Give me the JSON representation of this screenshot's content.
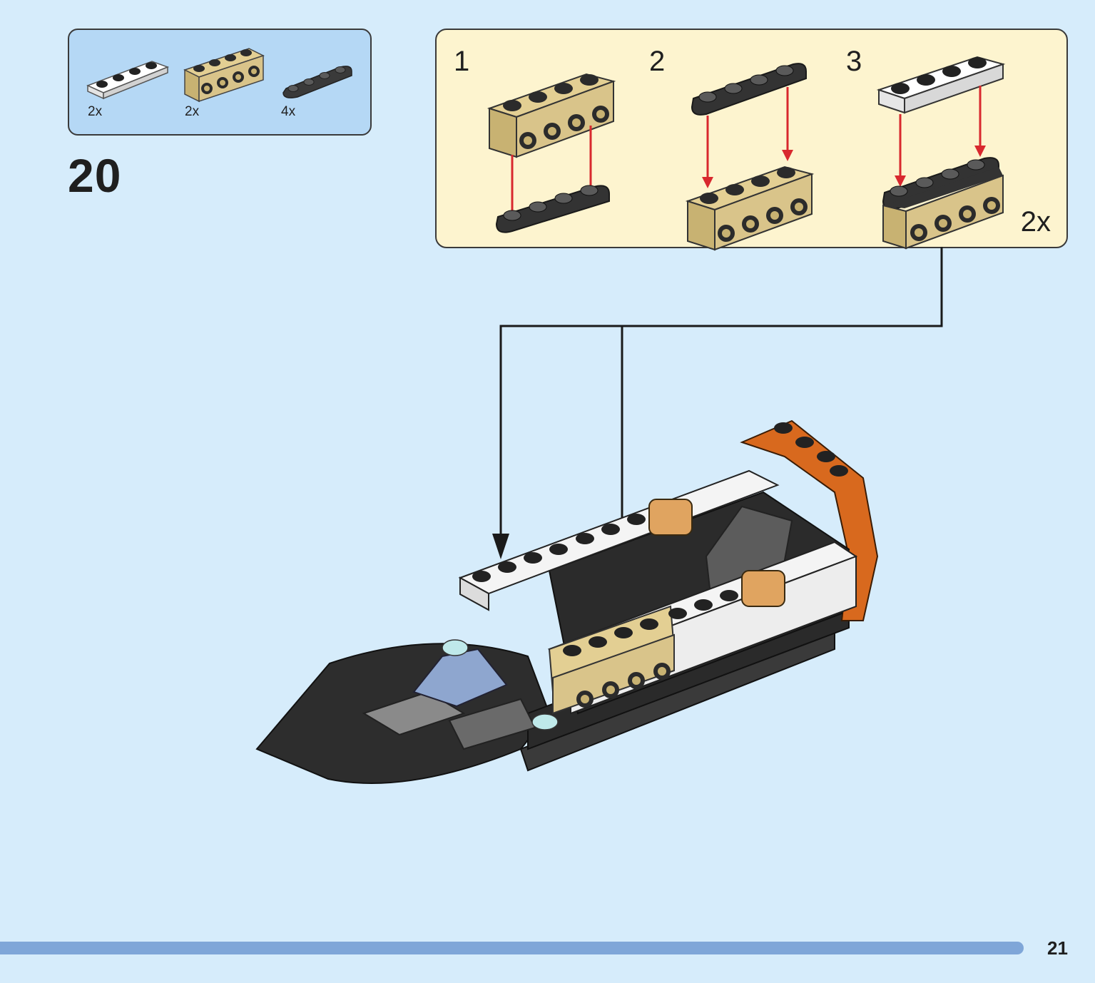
{
  "parts_list": {
    "items": [
      {
        "name": "white-plate-1x4",
        "count": "2x",
        "color": "#f4f4f4"
      },
      {
        "name": "tan-brick-1x4-with-holes",
        "count": "2x",
        "color": "#d9c48a"
      },
      {
        "name": "black-plate-1x4-rounded",
        "count": "4x",
        "color": "#333333"
      }
    ]
  },
  "step": {
    "number": "20"
  },
  "sub_assembly": {
    "steps": [
      "1",
      "2",
      "3"
    ],
    "multiplier": "2x"
  },
  "page": {
    "number": "21"
  },
  "colors": {
    "background": "#d6ecfb",
    "parts_box": "#b5d8f5",
    "sub_box": "#fdf4cf",
    "arrow": "#d8282e",
    "footer_bar": "#7fa6d8",
    "tan": "#d9c48a",
    "white_part": "#f4f4f4",
    "black_part": "#333333",
    "orange": "#d8691e"
  }
}
